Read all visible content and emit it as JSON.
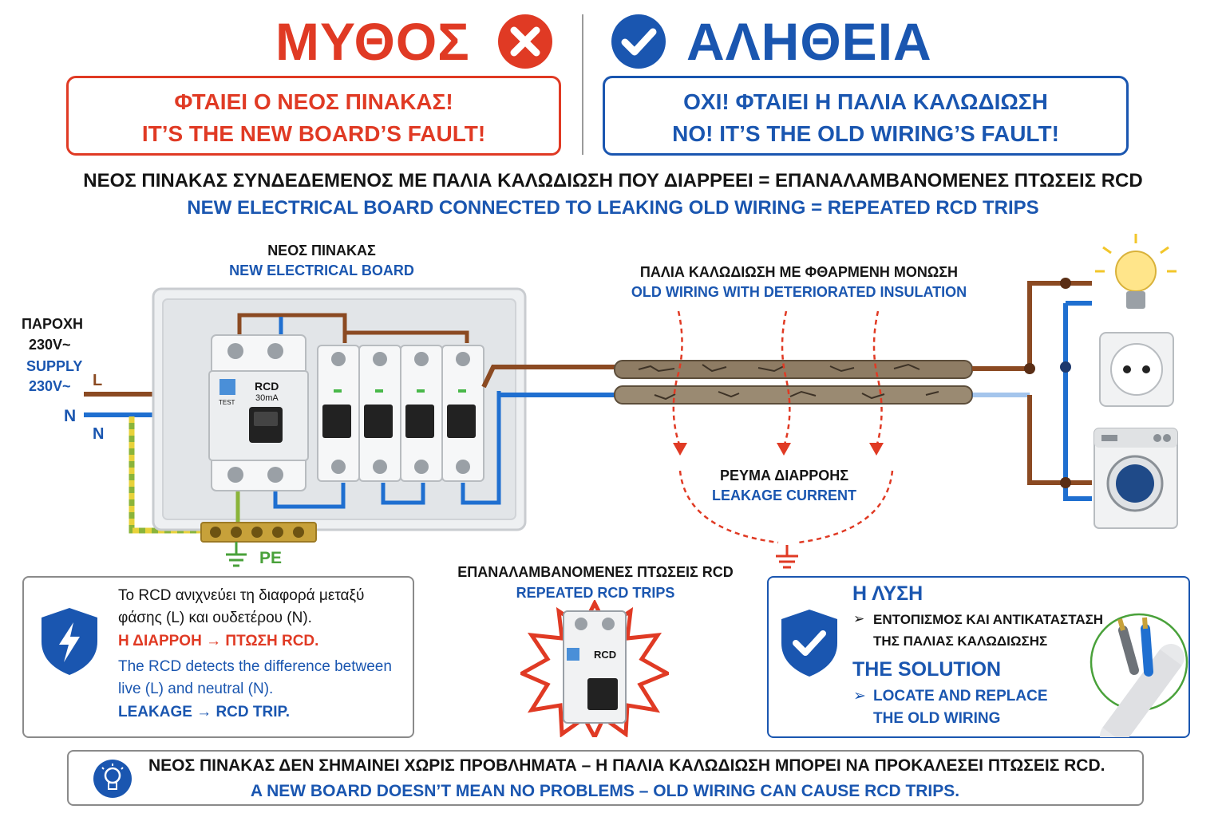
{
  "header": {
    "myth_title": "ΜΥΘΟΣ",
    "truth_title": "ΑΛΗΘΕΙΑ",
    "myth_gr": "ΦΤΑΙΕΙ Ο ΝΕΟΣ ΠΙΝΑΚΑΣ!",
    "myth_en": "IT’S THE NEW BOARD’S FAULT!",
    "truth_gr": "ΟΧΙ! ΦΤΑΙΕΙ Η ΠΑΛΙΑ ΚΑΛΩΔΙΩΣΗ",
    "truth_en": "NO! IT’S THE OLD WIRING’S FAULT!",
    "subtitle_gr": "ΝΕΟΣ ΠΙΝΑΚΑΣ ΣΥΝΔΕΔΕΜΕΝΟΣ ΜΕ ΠΑΛΙΑ ΚΑΛΩΔΙΩΣΗ ΠΟΥ ΔΙΑΡΡΕΕΙ = ΕΠΑΝΑΛΑΜΒΑΝΟΜΕΝΕΣ ΠΤΩΣΕΙΣ RCD",
    "subtitle_en": "NEW ELECTRICAL BOARD CONNECTED TO LEAKING OLD WIRING = REPEATED RCD TRIPS"
  },
  "diagram": {
    "board_gr": "ΝΕΟΣ ΠΙΝΑΚΑΣ",
    "board_en": "NEW ELECTRICAL BOARD",
    "supply_gr_1": "ΠΑΡΟΧΗ",
    "supply_gr_2": "230V~",
    "supply_en_1": "SUPPLY",
    "supply_en_2": "230V~",
    "l_label": "L",
    "n_label": "N",
    "n_label_2": "N",
    "pe_label": "PE",
    "rcd_label": "RCD",
    "rcd_rating": "30mA",
    "test_label": "TEST",
    "old_wiring_gr": "ΠΑΛΙΑ ΚΑΛΩΔΙΩΣΗ ΜΕ ΦΘΑΡΜΕΝΗ ΜΟΝΩΣΗ",
    "old_wiring_en": "OLD WIRING WITH DETERIORATED INSULATION",
    "leakage_gr": "ΡΕΥΜΑ ΔΙΑΡΡΟΗΣ",
    "leakage_en": "LEAKAGE CURRENT",
    "trips_gr": "ΕΠΑΝΑΛΑΜΒΑΝΟΜΕΝΕΣ ΠΤΩΣΕΙΣ RCD",
    "trips_en": "REPEATED RCD TRIPS"
  },
  "explain": {
    "line1": "Το RCD ανιχνεύει τη διαφορά μεταξύ",
    "line2": "φάσης (L) και ουδετέρου (N).",
    "line3": "Η ΔΙΑΡΡΟΗ → ΠΤΩΣΗ RCD.",
    "line4": "The RCD detects the difference between",
    "line5": "live (L) and neutral (N).",
    "line6": "LEAKAGE → RCD TRIP."
  },
  "solution": {
    "title_gr": "Η ΛΥΣΗ",
    "step_gr_1": "ΕΝΤΟΠΙΣΜΟΣ ΚΑΙ ΑΝΤΙΚΑΤΑΣΤΑΣΗ",
    "step_gr_2": "ΤΗΣ ΠΑΛΙΑΣ ΚΑΛΩΔΙΩΣΗΣ",
    "title_en": "THE SOLUTION",
    "step_en_1": "LOCATE AND REPLACE",
    "step_en_2": "THE OLD WIRING",
    "arrow": "➢"
  },
  "footer": {
    "gr": "ΝΕΟΣ ΠΙΝΑΚΑΣ ΔΕΝ ΣΗΜΑΙΝΕΙ ΧΩΡΙΣ ΠΡΟΒΛΗΜΑΤΑ – Η ΠΑΛΙΑ ΚΑΛΩΔΙΩΣΗ ΜΠΟΡΕΙ ΝΑ ΠΡΟΚΑΛΕΣΕΙ ΠΤΩΣΕΙΣ RCD.",
    "en": "A NEW BOARD DOESN’T MEAN NO PROBLEMS – OLD WIRING CAN CAUSE RCD TRIPS."
  },
  "colors": {
    "myth_red": "#e03a24",
    "truth_blue": "#1a56b0",
    "live_brown": "#8b4a22",
    "neutral_blue": "#1f6fd0",
    "earth_green": "#8ab43a"
  }
}
